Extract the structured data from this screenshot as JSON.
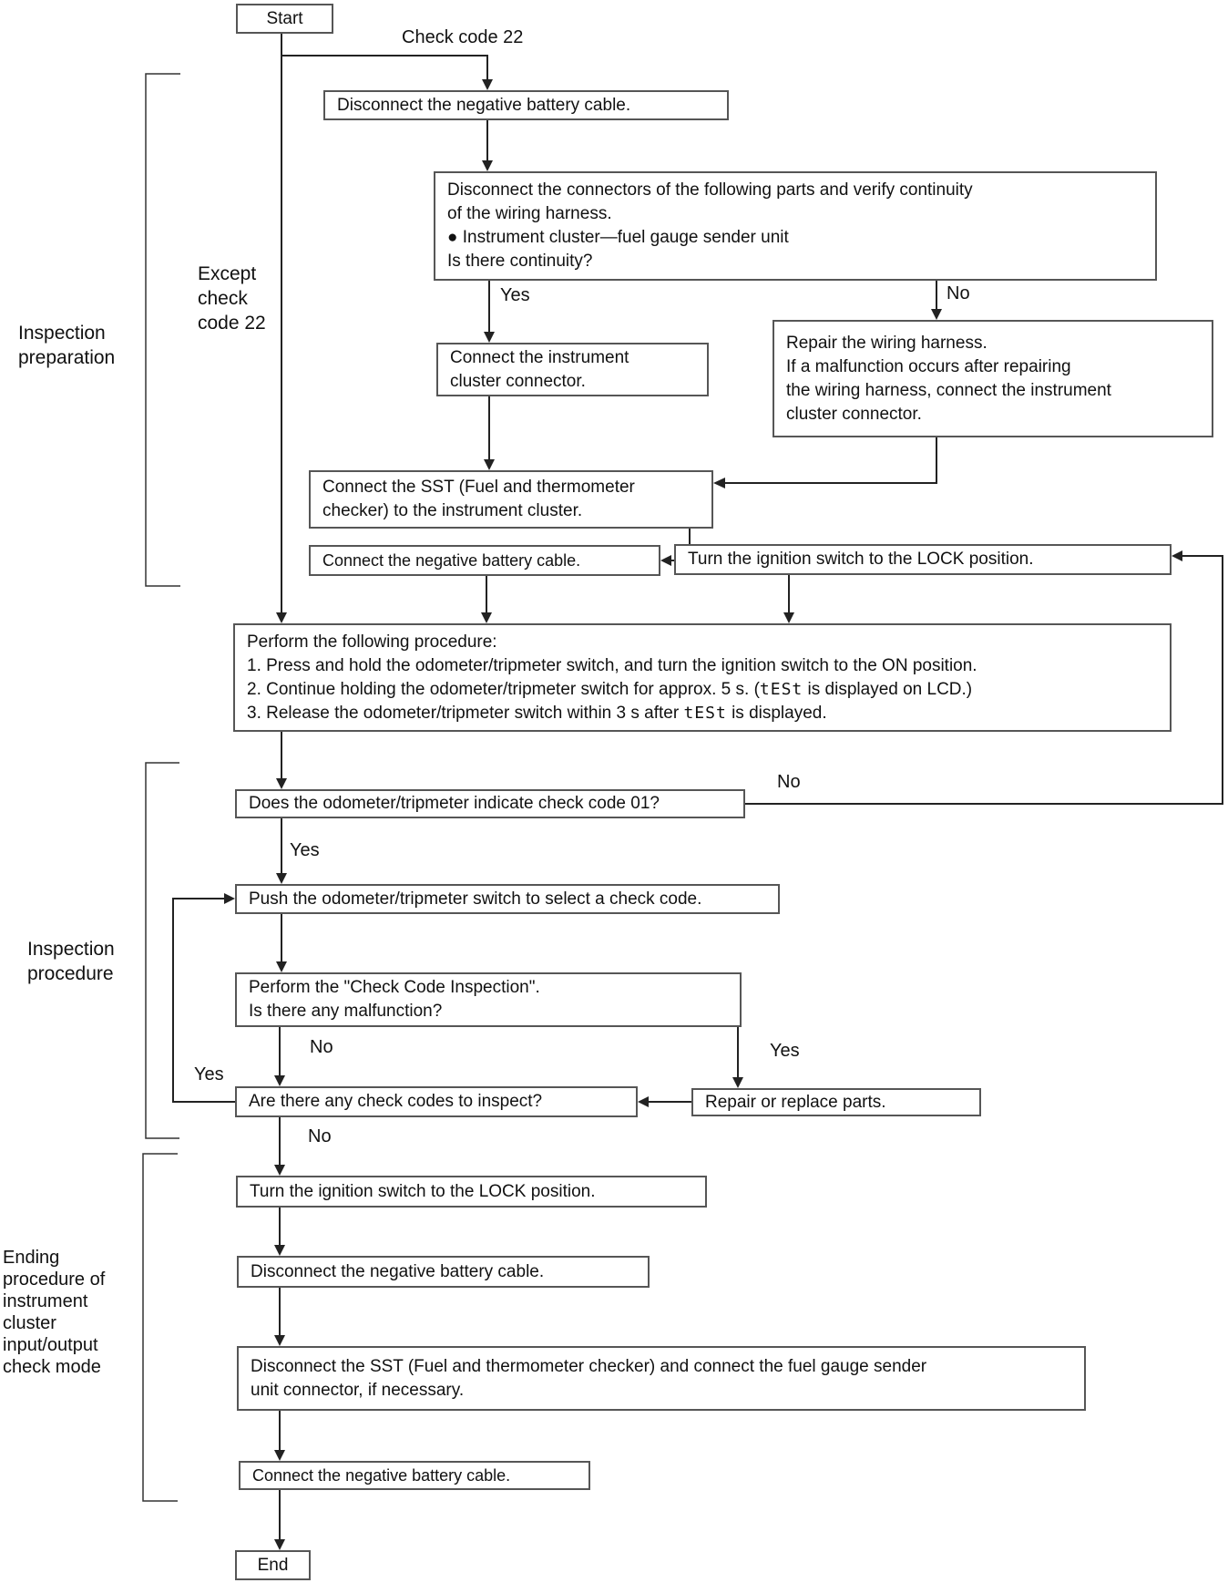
{
  "nodes": {
    "start": "Start",
    "disconnect_battery_1": "Disconnect the negative battery cable.",
    "continuity": {
      "l1": "Disconnect the connectors of the following parts and verify continuity",
      "l2": "of the wiring harness.",
      "l3": "● Instrument cluster—fuel gauge sender unit",
      "l4": "Is there continuity?"
    },
    "connect_cluster": {
      "l1": "Connect the instrument",
      "l2": "cluster connector."
    },
    "repair_harness": {
      "l1": "Repair the wiring harness.",
      "l2": "If a malfunction occurs after repairing",
      "l3": "the wiring harness, connect the instrument",
      "l4": "cluster connector."
    },
    "connect_sst": {
      "l1": "Connect the SST (Fuel and thermometer",
      "l2": "checker) to the instrument cluster."
    },
    "connect_battery_1": "Connect the negative battery cable.",
    "lock_1": "Turn the ignition switch to the LOCK position.",
    "perform": {
      "l1": "Perform the following procedure:",
      "l2": "1. Press and hold the odometer/tripmeter switch, and turn the ignition switch to the ON position.",
      "l3a": "2. Continue holding the odometer/tripmeter switch for approx. 5 s. (",
      "lcd": "tESt",
      "l3b": " is displayed on LCD.)",
      "l4a": "3. Release the odometer/tripmeter switch within 3 s after ",
      "l4b": " is displayed."
    },
    "code01_question": "Does the odometer/tripmeter indicate check code 01?",
    "push_switch": "Push the odometer/tripmeter switch to select a check code.",
    "inspection": {
      "l1": "Perform the \"Check Code Inspection\".",
      "l2": "Is there any malfunction?"
    },
    "repair_replace": "Repair or replace parts.",
    "codes_to_inspect": "Are there any check codes to inspect?",
    "lock_2": "Turn the ignition switch to the LOCK position.",
    "disconnect_battery_2": "Disconnect the negative battery cable.",
    "disconnect_sst": {
      "l1": "Disconnect the SST (Fuel and thermometer checker) and connect the fuel gauge sender",
      "l2": "unit connector, if necessary."
    },
    "connect_battery_2": "Connect the negative battery cable.",
    "end": "End"
  },
  "labels": {
    "check_code_22": "Check code 22",
    "yes": "Yes",
    "no": "No",
    "except": [
      "Except",
      "check",
      "code 22"
    ],
    "inspection_preparation": [
      "Inspection",
      "preparation"
    ],
    "inspection_procedure": [
      "Inspection",
      "procedure"
    ],
    "ending_procedure": [
      "Ending",
      "procedure of",
      "instrument",
      "cluster",
      "input/output",
      "check mode"
    ]
  },
  "colors": {
    "box_border": "#565656",
    "line": "#222222",
    "text": "#111111",
    "background": "#ffffff"
  }
}
